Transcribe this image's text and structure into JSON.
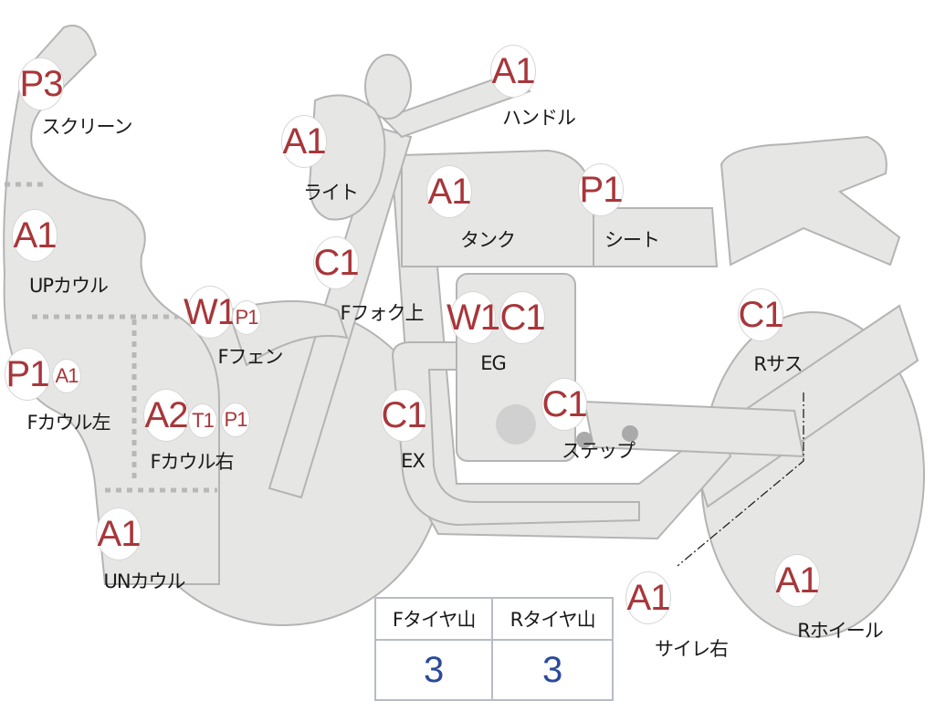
{
  "colors": {
    "body": "#e6e6e4",
    "outline": "#b4b4b4",
    "grade": "#a8363a",
    "value": "#2a4a9a"
  },
  "parts": {
    "screen": {
      "label": "スクリーン",
      "grades": [
        "P3"
      ]
    },
    "up_cowl": {
      "label": "UPカウル",
      "grades": [
        "A1"
      ]
    },
    "f_cowl_left": {
      "label": "Fカウル左",
      "grades": [
        "P1",
        "A1"
      ]
    },
    "f_cowl_right": {
      "label": "Fカウル右",
      "grades": [
        "A2",
        "T1",
        "P1"
      ]
    },
    "f_fender": {
      "label": "Fフェン",
      "grades": [
        "W1",
        "P1"
      ]
    },
    "un_cowl": {
      "label": "UNカウル",
      "grades": [
        "A1"
      ]
    },
    "light": {
      "label": "ライト",
      "grades": [
        "A1"
      ]
    },
    "handle": {
      "label": "ハンドル",
      "grades": [
        "A1"
      ]
    },
    "f_fork_upper": {
      "label": "Fフォク上",
      "grades": [
        "C1"
      ]
    },
    "tank": {
      "label": "タンク",
      "grades": [
        "A1"
      ]
    },
    "seat": {
      "label": "シート",
      "grades": [
        "P1"
      ]
    },
    "engine": {
      "label": "EG",
      "grades": [
        "W1",
        "C1"
      ]
    },
    "step": {
      "label": "ステップ",
      "grades": [
        "C1"
      ]
    },
    "exhaust": {
      "label": "EX",
      "grades": [
        "C1"
      ]
    },
    "r_suspension": {
      "label": "Rサス",
      "grades": [
        "C1"
      ]
    },
    "silencer_right": {
      "label": "サイレ右",
      "grades": [
        "A1"
      ]
    },
    "r_wheel": {
      "label": "Rホイール",
      "grades": [
        "A1"
      ]
    }
  },
  "tire_table": {
    "headers": [
      "Fタイヤ山",
      "Rタイヤ山"
    ],
    "values": [
      "3",
      "3"
    ]
  }
}
